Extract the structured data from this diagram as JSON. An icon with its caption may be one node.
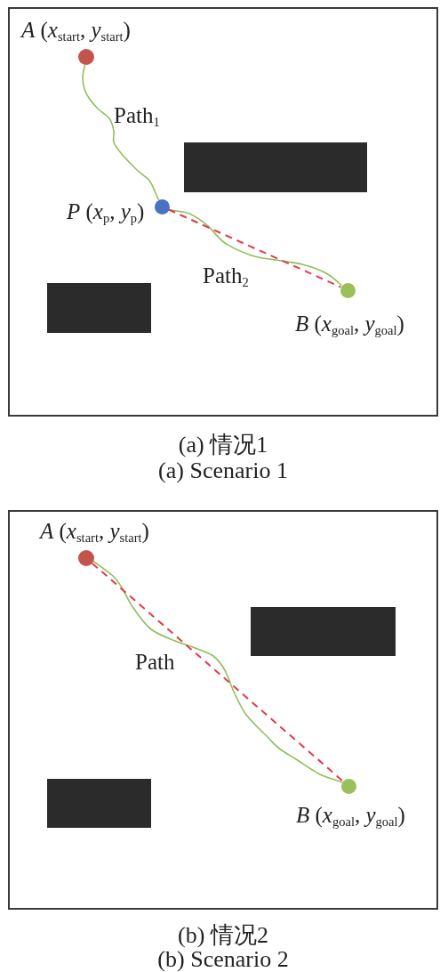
{
  "diagram": {
    "nodes": [
      {
        "text": [],
        "shape": "box",
        "beside": [
          "(a) 情况1",
          "(a) Scenario 1"
        ]
      },
      {
        "text": [],
        "shape": "circle",
        "in": 0,
        "beside": [
          "*A* (*x*$_{start}$, *y*$_{start}$)"
        ]
      },
      {
        "text": [],
        "shape": "box",
        "in": 0
      },
      {
        "text": [],
        "shape": "circle",
        "in": 0,
        "beside": [
          "*P* (*x*$_{p}$, *y*$_{p}$)"
        ]
      },
      {
        "text": [],
        "shape": "box",
        "in": 0
      },
      {
        "text": [],
        "shape": "circle",
        "in": 0,
        "beside": [
          "*B* (*x*$_{goal}$, *y*$_{goal}$)"
        ]
      },
      {
        "text": [],
        "shape": "box",
        "beside": [
          "(b) 情况2",
          "(b) Scenario 2"
        ]
      },
      {
        "text": [],
        "shape": "circle",
        "in": 6,
        "beside": [
          "*A* (*x*$_{start}$, *y*$_{start}$)"
        ]
      },
      {
        "text": [],
        "shape": "box",
        "in": 6
      },
      {
        "text": [],
        "shape": "box",
        "in": 6
      },
      {
        "text": [],
        "shape": "circle",
        "in": 6,
        "beside": [
          "*B* (*x*$_{goal}$, *y*$_{goal}$)"
        ]
      }
    ],
    "edges": [
      {
        "from": 1,
        "to": 3,
        "arrow": "none",
        "label": "Path$_{1}$"
      },
      {
        "from": 3,
        "to": 5,
        "arrow": "none",
        "label": "Path$_{2}$"
      },
      {
        "from": 3,
        "to": 5,
        "arrow": "none",
        "style": "dashed",
        "color": "#e8394a"
      },
      {
        "from": 7,
        "to": 10,
        "arrow": "none",
        "label": "Path"
      },
      {
        "from": 7,
        "to": 10,
        "arrow": "none",
        "style": "dashed",
        "color": "#e8394a"
      }
    ]
  }
}
